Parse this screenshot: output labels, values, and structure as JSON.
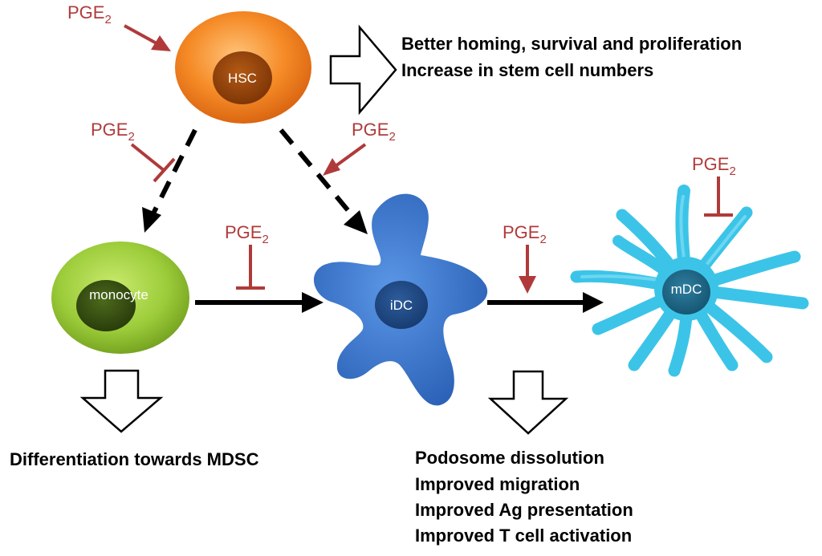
{
  "pge_label": "PGE",
  "pge_subscript": "2",
  "cells": {
    "hsc": "HSC",
    "monocyte": "monocyte",
    "idc": "iDC",
    "mdc": "mDC"
  },
  "effects": {
    "hsc": [
      "Better homing, survival and proliferation",
      "Increase in stem cell numbers"
    ],
    "monocyte": [
      "Differentiation towards MDSC"
    ],
    "idc_to_mdc": [
      "Podosome dissolution",
      "Improved migration",
      "Improved Ag presentation",
      "Improved T cell activation"
    ]
  },
  "colors": {
    "pge_red": "#b03a3a",
    "hsc_orange": "#f08a2a",
    "monocyte_green": "#9ccc3a",
    "idc_blue": "#3a78d0",
    "mdc_cyan": "#3cc4e8"
  }
}
